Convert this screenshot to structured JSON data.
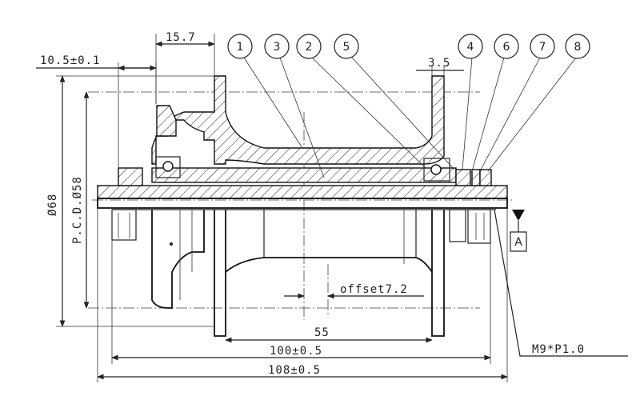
{
  "dimensions": {
    "flange_width": "15.7",
    "locknut_offset": "10.5±0.1",
    "bearing_offset": "3.5",
    "outer_diameter": "Ø68",
    "pcd": "P.C.D.Ø58",
    "offset": "offset7.2",
    "flange_spacing": "55",
    "over_locknut": "100±0.5",
    "axle_length": "108±0.5",
    "thread": "M9*P1.0"
  },
  "balloons": [
    {
      "id": "1",
      "label": "1"
    },
    {
      "id": "3",
      "label": "3"
    },
    {
      "id": "2",
      "label": "2"
    },
    {
      "id": "5",
      "label": "5"
    },
    {
      "id": "4",
      "label": "4"
    },
    {
      "id": "6",
      "label": "6"
    },
    {
      "id": "7",
      "label": "7"
    },
    {
      "id": "8",
      "label": "8"
    }
  ],
  "datum": {
    "label": "A"
  }
}
